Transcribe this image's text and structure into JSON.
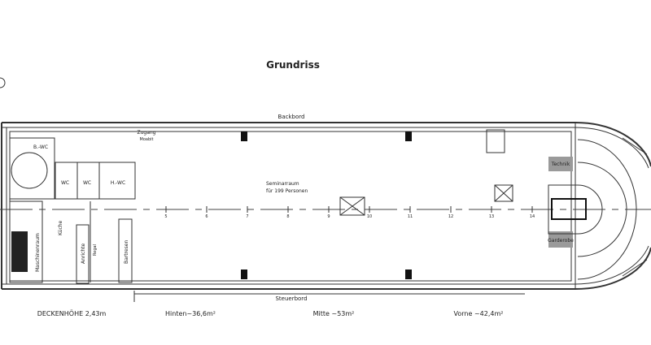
{
  "title": "Grundriss",
  "labels": {
    "backbord": "Backbord",
    "steuerbord": "Steuerbord",
    "zugang_1": "Zugang",
    "zugang_2": "Moabit",
    "b_wc": "B.-WC",
    "wc1": "WC",
    "wc2": "WC",
    "h_wc": "H.-WC",
    "kueche": "Küche",
    "maschinenraum": "Maschinenraum",
    "anrichte": "Anrichte",
    "regal": "Regal",
    "bartresen": "Bartresen",
    "seminar_1": "Seminarraum",
    "seminar_2": "für 199 Personen",
    "technik": "Technik",
    "garderobe": "Garderobe"
  },
  "axis_numbers": [
    "5",
    "6",
    "7",
    "8",
    "9",
    "10",
    "11",
    "12",
    "13",
    "14"
  ],
  "footer": {
    "ceiling": "DECKENHÖHE 2,43m",
    "hinten": "Hinten~36,6m²",
    "mitte": "Mitte ~53m²",
    "vorne": "Vorne ~42,4m²"
  },
  "colors": {
    "room_fill": "#9a9a9a",
    "line": "#333333"
  }
}
